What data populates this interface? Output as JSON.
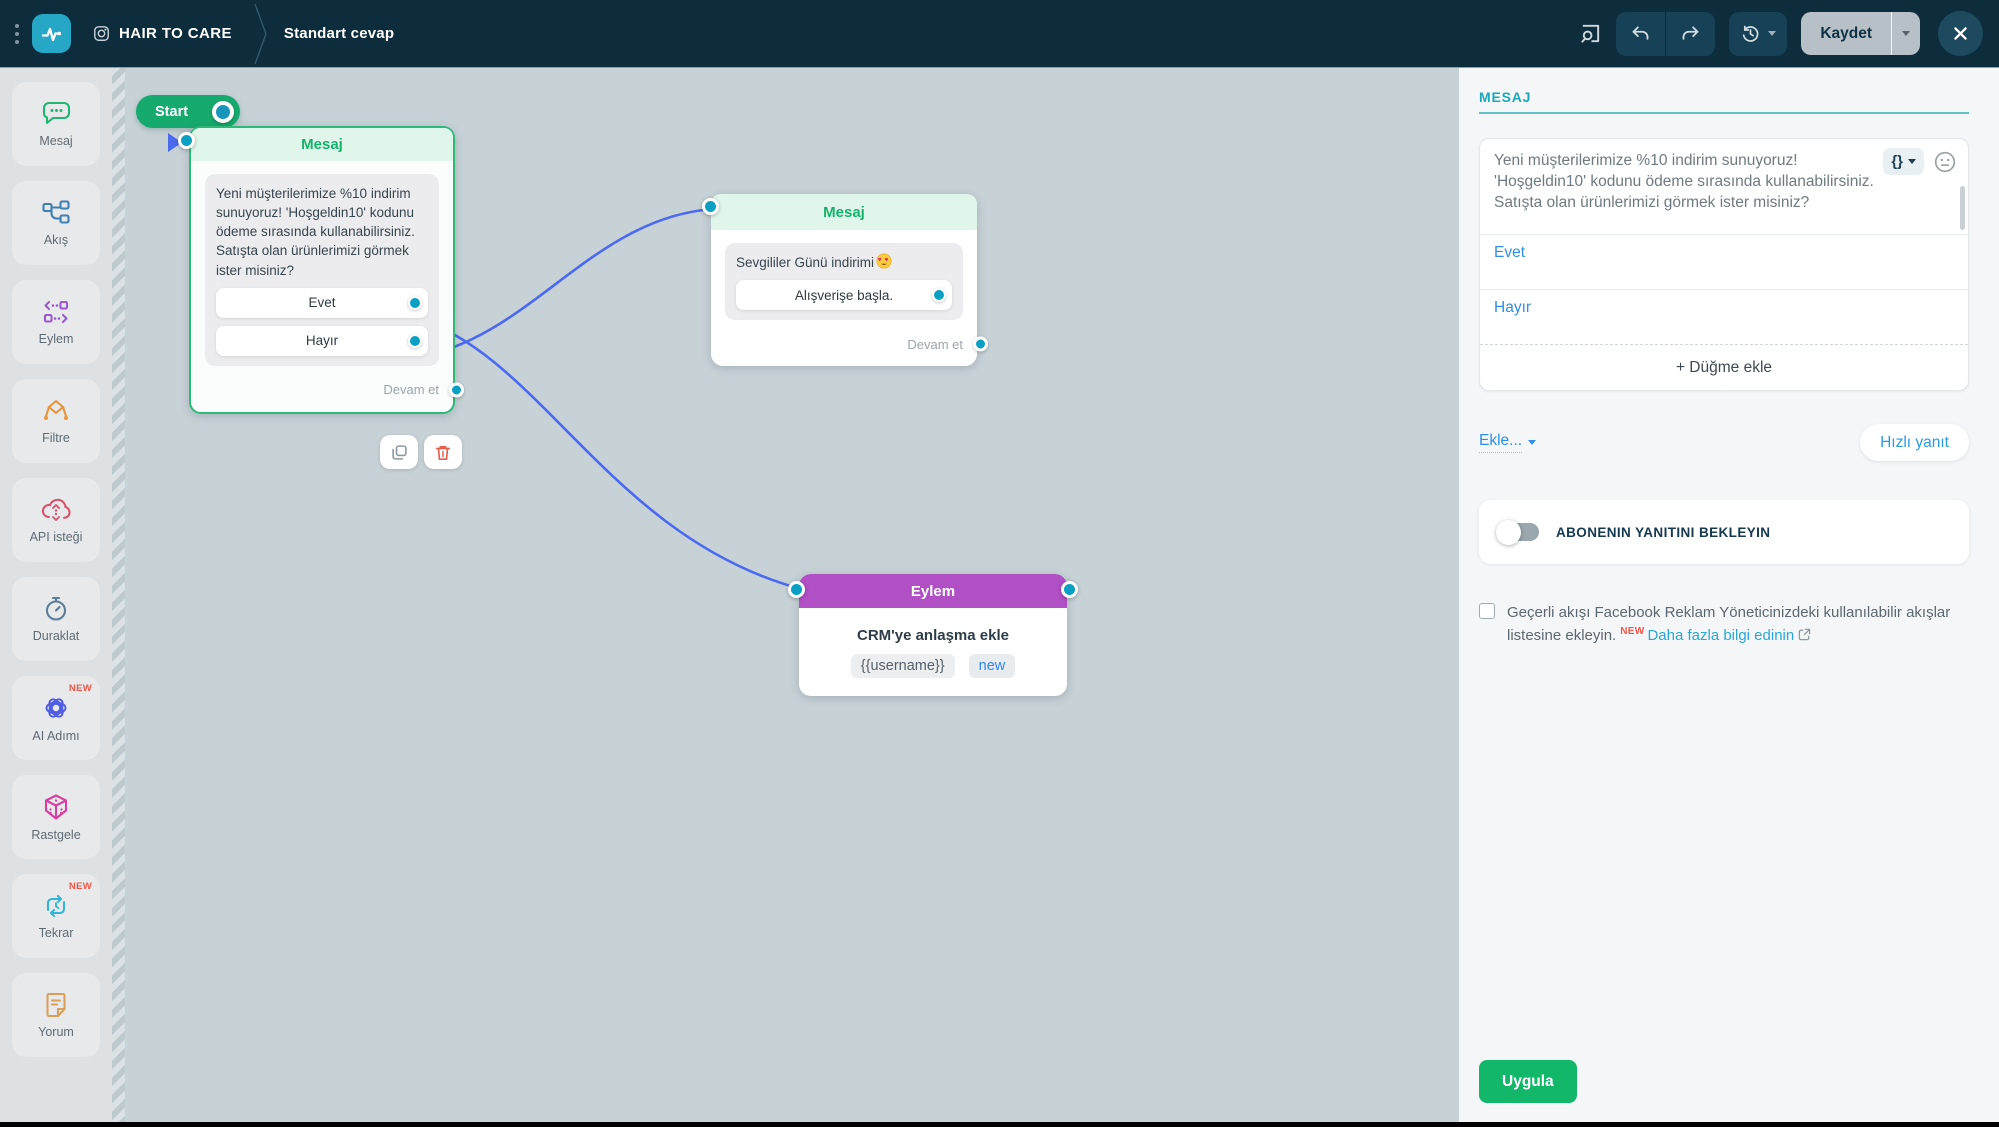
{
  "topbar": {
    "workspace_name": "HAIR TO CARE",
    "flow_title": "Standart cevap",
    "save_label": "Kaydet"
  },
  "sidebar": {
    "items": [
      {
        "label": "Mesaj",
        "icon": "chat-bubble-icon"
      },
      {
        "label": "Akış",
        "icon": "flow-tree-icon"
      },
      {
        "label": "Eylem",
        "icon": "action-icon"
      },
      {
        "label": "Filtre",
        "icon": "filter-diamond-icon"
      },
      {
        "label": "API isteği",
        "icon": "cloud-api-icon"
      },
      {
        "label": "Duraklat",
        "icon": "stopwatch-icon"
      },
      {
        "label": "AI Adımı",
        "icon": "ai-knot-icon",
        "badge": "NEW"
      },
      {
        "label": "Rastgele",
        "icon": "dice-icon"
      },
      {
        "label": "Tekrar",
        "icon": "repeat-clock-icon",
        "badge": "NEW"
      },
      {
        "label": "Yorum",
        "icon": "note-icon"
      }
    ]
  },
  "canvas": {
    "start_label": "Start",
    "node_message_1": {
      "type_label": "Mesaj",
      "text": "Yeni müşterilerimize %10 indirim sunuyoruz! 'Hoşgeldin10' kodunu ödeme sırasında kullanabilirsiniz. Satışta olan ürünlerimizi görmek ister misiniz?",
      "buttons": [
        "Evet",
        "Hayır"
      ],
      "continue_label": "Devam et"
    },
    "node_message_2": {
      "type_label": "Mesaj",
      "text": "Sevgililer Günü indirimi",
      "emoji": "heart-eyes",
      "button": "Alışverişe başla.",
      "continue_label": "Devam et"
    },
    "node_action": {
      "type_label": "Eylem",
      "title": "CRM'ye anlaşma ekle",
      "variable_chip": "{{username}}",
      "value_chip": "new"
    }
  },
  "panel": {
    "section_title": "MESAJ",
    "message_text": "Yeni müşterilerimize %10 indirim sunuyoruz! 'Hoşgeldin10' kodunu ödeme sırasında kullanabilirsiniz. Satışta olan ürünlerimizi görmek ister misiniz?",
    "variables_glyph": "{}",
    "buttons": [
      "Evet",
      "Hayır"
    ],
    "add_button_label": "+ Düğme ekle",
    "add_more_label": "Ekle...",
    "quick_reply_label": "Hızlı yanıt",
    "wait_toggle_label": "ABONENIN YANITINI BEKLEYIN",
    "fb_checkbox_text": "Geçerli akışı Facebook Reklam Yöneticinizdeki kullanılabilir akışlar listesine ekleyin.",
    "fb_new_badge": "NEW",
    "fb_link_label": "Daha fazla bilgi edinin",
    "apply_label": "Uygula"
  },
  "colors": {
    "topbar_bg": "#0d2d3d",
    "brand_teal": "#27a7c6",
    "node_green": "#14b26b",
    "node_purple": "#b14fc5",
    "port_cyan": "#0aa0c3",
    "wire_blue": "#4c69f1",
    "link_blue": "#2f8fe8",
    "section_teal": "#1ba8b8",
    "apply_green": "#12b76a",
    "new_red": "#f25749"
  }
}
